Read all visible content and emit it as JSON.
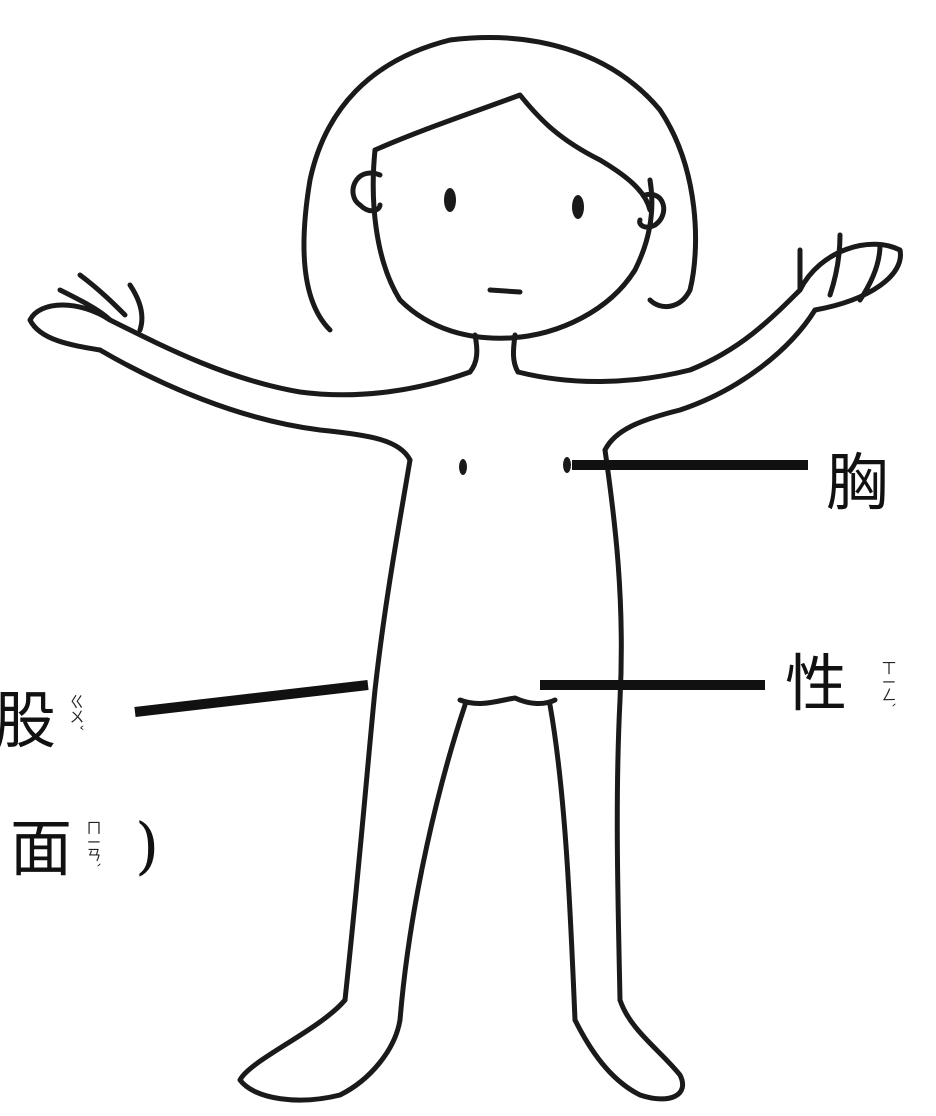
{
  "labels": {
    "chest": {
      "text": "胸",
      "suffix": ""
    },
    "genital": {
      "text": "性",
      "bopomofo": "ㄒㄧㄥˋ"
    },
    "buttocks": {
      "text": "股",
      "bopomofo": "ㄍㄨˇ"
    },
    "back_side": {
      "text": "面",
      "bopomofo": "ㄇㄧㄢˋ",
      "close_paren": ")"
    }
  },
  "colors": {
    "line": "#111111",
    "background": "#ffffff"
  }
}
